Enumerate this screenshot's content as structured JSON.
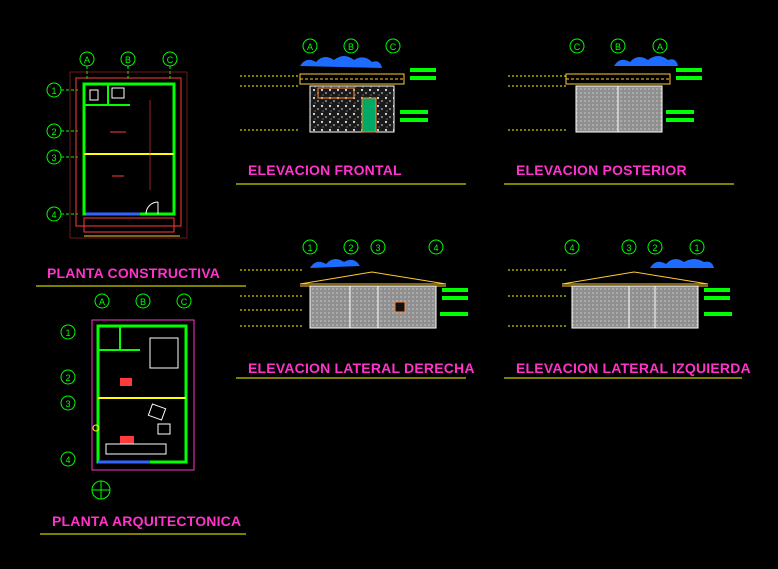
{
  "drawing": {
    "titles": {
      "planta_constructiva": "PLANTA CONSTRUCTIVA",
      "planta_arquitectonica": "PLANTA ARQUITECTONICA",
      "elevacion_frontal": "ELEVACION FRONTAL",
      "elevacion_posterior": "ELEVACION POSTERIOR",
      "elevacion_lateral_derecha": "ELEVACION LATERAL DERECHA",
      "elevacion_lateral_izquierda": "ELEVACION LATERAL IZQUIERDA"
    },
    "grid_letters": [
      "A",
      "B",
      "C"
    ],
    "grid_numbers": [
      "1",
      "2",
      "3",
      "4"
    ],
    "frontal_axes": [
      "A",
      "B",
      "C"
    ],
    "posterior_axes": [
      "C",
      "B",
      "A"
    ],
    "derecha_axes": [
      "1",
      "2",
      "3",
      "4"
    ],
    "izquierda_axes": [
      "4",
      "3",
      "2",
      "1"
    ],
    "colors": {
      "background": "#000000",
      "axis": "#00ff00",
      "title": "#ff33cc",
      "underline": "#ffff00",
      "roof": "#ffcc33",
      "sky": "#1e6bff",
      "wall": "#ffffff",
      "dimension": "#ff3b3b"
    }
  }
}
